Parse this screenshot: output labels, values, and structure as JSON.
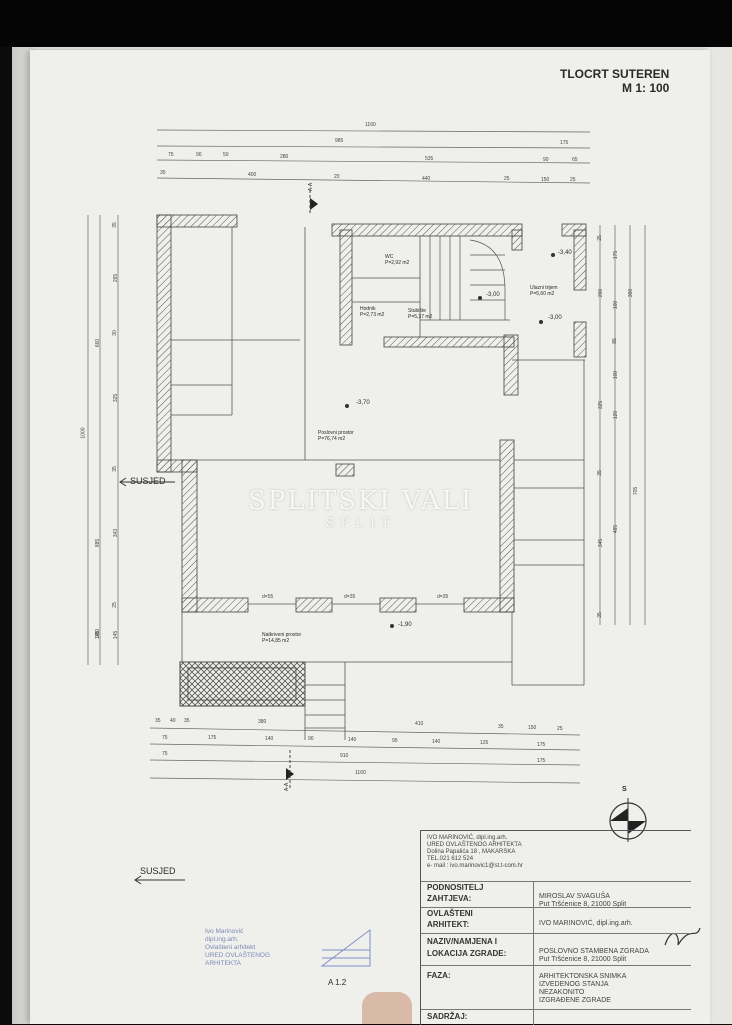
{
  "drawing": {
    "title": "TLOCRT SUTEREN",
    "scale": "M 1: 100",
    "neighbor_label": "SUSJED",
    "watermark": {
      "line1": "SPLITSKI VALI",
      "line2": "SPLIT"
    },
    "section_marks": [
      "A-A",
      "A-A"
    ],
    "north_symbol": "S",
    "sheet_number": "A 1.2"
  },
  "rooms": [
    {
      "name": "WC",
      "area": "P=2,92 m2",
      "level": ""
    },
    {
      "name": "Hodnik",
      "area": "P=2,73 m2",
      "level": ""
    },
    {
      "name": "Stubište",
      "area": "P=5,37 m2",
      "level": "-3,00"
    },
    {
      "name": "Ulazni trijem",
      "area": "P=5,60 m2",
      "level": "-3,40"
    },
    {
      "name": "Poslovni prostor",
      "area": "P=76,74 m2",
      "level": "-3,70"
    },
    {
      "name": "Natkriveni prostor",
      "area": "P=14,85 m2",
      "level": "-1,90"
    }
  ],
  "levels_extra": [
    "-3,00"
  ],
  "dimensions": {
    "top_total": "1160",
    "top_row2": [
      "985",
      "175"
    ],
    "top_row3": [
      "75",
      "90",
      "50",
      "280",
      "535",
      "90",
      "65"
    ],
    "top_row4": [
      "35",
      "400",
      "20",
      "440",
      "25",
      "150",
      "25"
    ],
    "bottom_row1": [
      "35",
      "40",
      "35",
      "380",
      "410",
      "35",
      "150",
      "25"
    ],
    "bottom_row2": [
      "75",
      "175",
      "140",
      "90",
      "140",
      "95",
      "140",
      "125",
      "175"
    ],
    "bottom_row3": [
      "75",
      "910",
      "175"
    ],
    "bottom_total": "1160",
    "left_outer": "1000",
    "left_mid": [
      "660",
      "885"
    ],
    "left_inner": [
      "35",
      "265",
      "30",
      "325",
      "35",
      "343",
      "380",
      "25",
      "145",
      "145"
    ],
    "right": [
      "25",
      "175",
      "300",
      "100",
      "200",
      "85",
      "100",
      "120",
      "325",
      "35",
      "485",
      "705",
      "345",
      "35"
    ],
    "openings": [
      "d=55",
      "d=35",
      "d=35"
    ]
  },
  "title_block": {
    "header": [
      "IVO MARINOVIĆ, dipl.ing.arh.",
      "URED OVLAŠTENOG ARHITEKTA",
      "Dolina Papalića 18 , MAKARSKA",
      "TEL.021 612 524",
      "e- mail : ivo.marinovic1@st.t-com.hr"
    ],
    "rows": [
      {
        "key": "PODNOSITELJ",
        "value": ""
      },
      {
        "key": "ZAHTJEVA:",
        "value": "MIROSLAV SVAGUŠA\nPut Tršćenice 8, 21000 Split"
      },
      {
        "key": "OVLAŠTENI",
        "value": ""
      },
      {
        "key": "ARHITEKT:",
        "value": "IVO MARINOVIĆ, dipl.ing.arh."
      },
      {
        "key": "NAZIV/NAMJENA I",
        "value": "POSLOVNO STAMBENA ZGRADA"
      },
      {
        "key": "LOKACIJA ZGRADE:",
        "value": "Put Tršćenice 8, 21000 Split"
      },
      {
        "key": "FAZA:",
        "value": "ARHITEKTONSKA SNIMKA\nIZVEDENOG STANJA\nNEZAKONITO\nIZGRAĐENE ZGRADE"
      },
      {
        "key": "SADRŽAJ:",
        "value": ""
      }
    ]
  },
  "stamp": [
    "Ivo Marinović",
    "dipl.ing.arh.",
    "Ovlašteni arhitekt",
    "URED OVLAŠTENOG",
    "ARHITEKTA"
  ]
}
